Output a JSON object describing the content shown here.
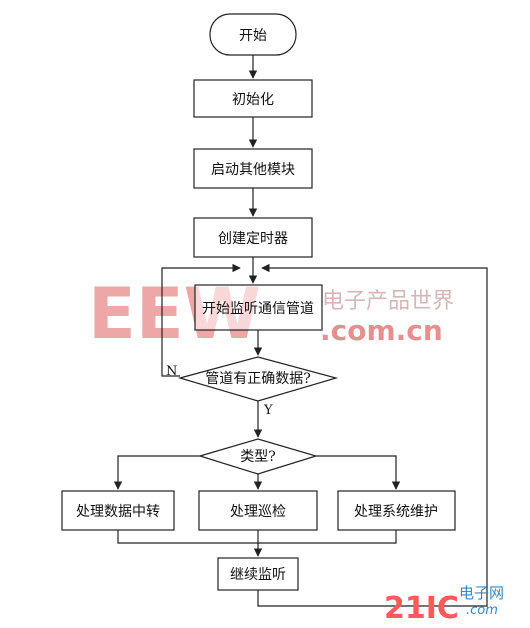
{
  "colors": {
    "line": "#222222",
    "watermark": "#e07a7a",
    "logo_red": "#ff4a4a",
    "logo_blue": "#3a86c8"
  },
  "flowchart": {
    "start": "开始",
    "init": "初始化",
    "start_modules": "启动其他模块",
    "create_timer": "创建定时器",
    "listen_pipe": "开始监听通信管道",
    "decision_data": "管道有正确数据?",
    "label_no": "N",
    "label_yes": "Y",
    "decision_type": "类型?",
    "branch_relay": "处理数据中转",
    "branch_patrol": "处理巡检",
    "branch_maint": "处理系统维护",
    "continue_listen": "继续监听"
  },
  "watermark": {
    "big": "EEW",
    "cn": "电子产品世界",
    "domain": ".com.cn"
  },
  "logo": {
    "big": "21IC",
    "cn": "电子网",
    "domain": ".com"
  }
}
